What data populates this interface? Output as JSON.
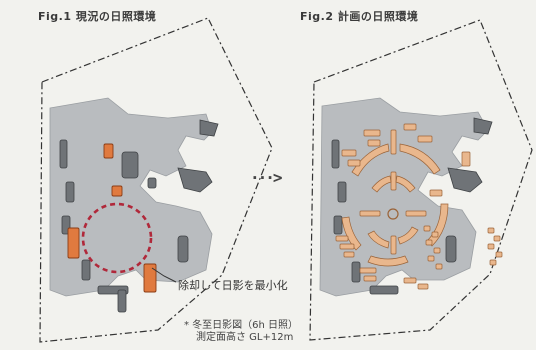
{
  "fig1": {
    "title": "Fig.1 現況の日照環境"
  },
  "fig2": {
    "title": "Fig.2 計画の日照環境"
  },
  "arrow": "···>",
  "callout": "除却して日影を最小化",
  "note": {
    "line1": "* 冬至日影図（6h 日照）",
    "line2": "測定面高さ GL+12m"
  },
  "colors": {
    "background": "#f2f2ee",
    "shadow": "#b9bcbf",
    "building": "#6f7377",
    "building_removed": "#e07a3f",
    "building_planned": "#e9b78d",
    "highlight_circle": "#b0283a",
    "site_boundary": "#333333"
  }
}
